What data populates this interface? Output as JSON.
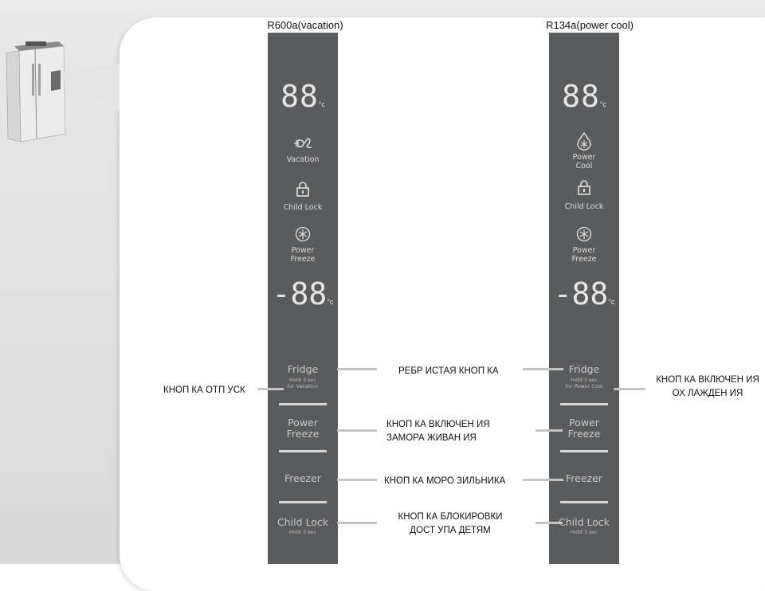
{
  "panels": {
    "left": {
      "title": "R600a(vacation)",
      "display_top": "88",
      "unit_top": "°c",
      "mode_icon": "vacation-plug-icon",
      "mode_label": "Vacation",
      "lock_label": "Child Lock",
      "freeze_label_1": "Power",
      "freeze_label_2": "Freeze",
      "display_bottom": "-88",
      "unit_bottom": "°c",
      "fridge_btn": "Fridge",
      "fridge_hold_1": "Hold 3 sec",
      "fridge_hold_2": "for Vacation",
      "pf_btn_1": "Power",
      "pf_btn_2": "Freeze",
      "freezer_btn": "Freezer",
      "cl_btn": "Child Lock",
      "cl_hold": "Hold 3 sec"
    },
    "right": {
      "title": "R134a(power cool)",
      "display_top": "88",
      "unit_top": "°c",
      "mode_icon": "power-cool-drop-icon",
      "mode_label_1": "Power",
      "mode_label_2": "Cool",
      "lock_label": "Child Lock",
      "freeze_label_1": "Power",
      "freeze_label_2": "Freeze",
      "display_bottom": "-88",
      "unit_bottom": "°c",
      "fridge_btn": "Fridge",
      "fridge_hold_1": "Hold 3 sec",
      "fridge_hold_2": "for Power Cool",
      "pf_btn_1": "Power",
      "pf_btn_2": "Freeze",
      "freezer_btn": "Freezer",
      "cl_btn": "Child Lock",
      "cl_hold": "Hold 3 sec"
    }
  },
  "labels": {
    "vacation_button": "КНОП КА ОТП УСК",
    "fridge_button": "РЕБР ИСТАЯ КНОП КА",
    "power_cool_1": "КНОП КА ВКЛЮЧЕН ИЯ",
    "power_cool_2": "ОХ ЛАЖДЕН ИЯ",
    "power_freeze_1": "КНОП КА ВКЛЮЧЕН ИЯ",
    "power_freeze_2": "ЗАМОРА ЖИВАН ИЯ",
    "freezer_button": "КНОП КА МОРО ЗИЛЬНИКА",
    "child_lock_1": "КНОП КА БЛОКИРОВКИ",
    "child_lock_2": "ДОСТ УПА ДЕТЯМ"
  },
  "colors": {
    "panel": "#5a5b5d",
    "panel_text": "#dcdcdc",
    "leader": "#c4c4c4"
  }
}
